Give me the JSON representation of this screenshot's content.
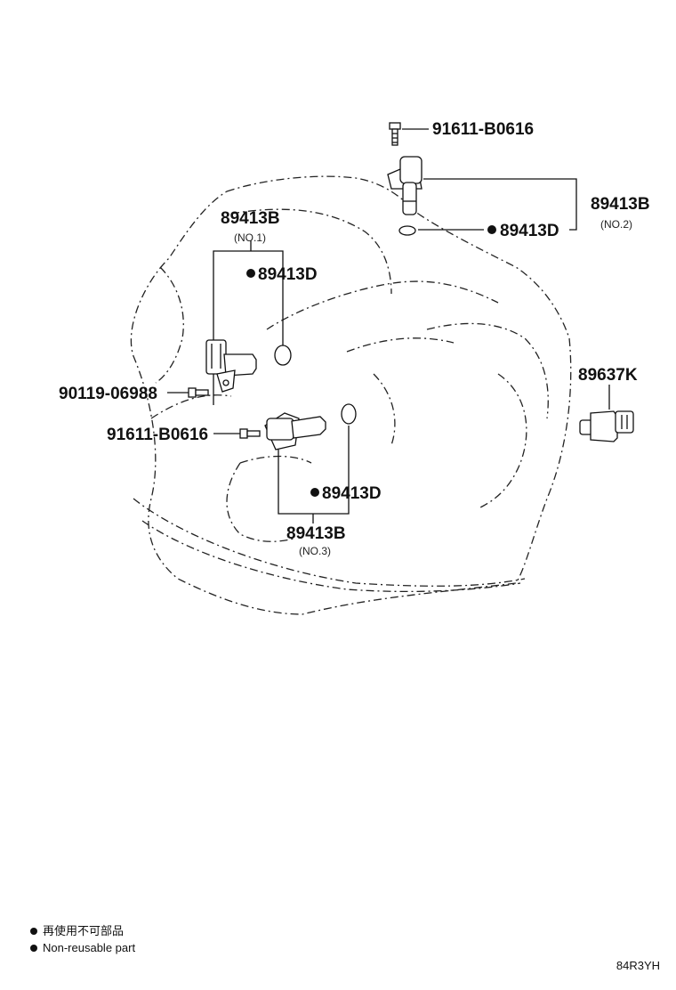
{
  "callouts": {
    "bolt_top": "91611-B0616",
    "sensor_no2": "89413B",
    "sensor_no2_sub": "(NO.2)",
    "oring_no2": "89413D",
    "sensor_no1": "89413B",
    "sensor_no1_sub": "(NO.1)",
    "oring_no1": "89413D",
    "bolt_left": "90119-06988",
    "bolt_mid": "91611-B0616",
    "sensor_no3_oring": "89413D",
    "sensor_no3": "89413B",
    "sensor_no3_sub": "(NO.3)",
    "knock_sensor": "89637K"
  },
  "legend": {
    "line1": "再使用不可部品",
    "line2": "Non-reusable part"
  },
  "diagram_code": "84R3YH"
}
